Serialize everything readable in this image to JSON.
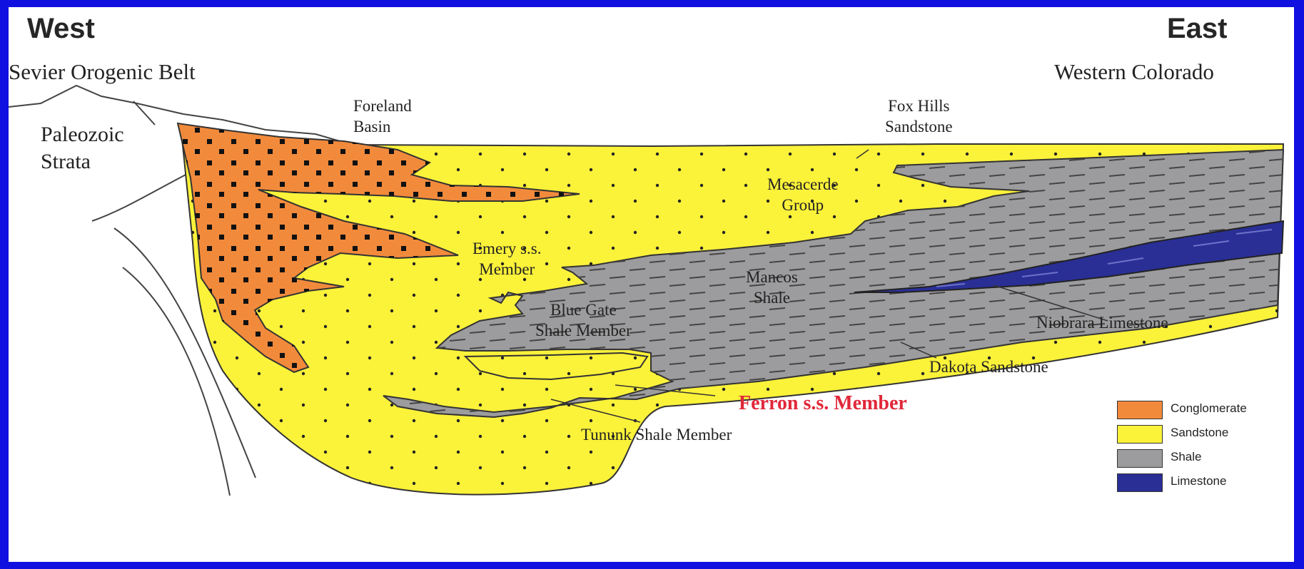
{
  "header": {
    "west": "West",
    "east": "East"
  },
  "subheader": {
    "left": "Sevier Orogenic Belt",
    "right": "Western Colorado"
  },
  "labels": {
    "paleozoic": [
      "Paleozoic",
      "Strata"
    ],
    "foreland": [
      "Foreland",
      "Basin"
    ],
    "fox_hills": [
      "Fox Hills",
      "Sandstone"
    ],
    "mesaverde": [
      "Mesacerde",
      "Group"
    ],
    "emery": [
      "Emery s.s.",
      "Member"
    ],
    "mancos": [
      "Mancos",
      "Shale"
    ],
    "blue_gate": [
      "Blue Gate",
      "Shale Member"
    ],
    "niobrara": "Niobrara Limestone",
    "dakota": "Dakota Sandstone",
    "ferron": "Ferron s.s. Member",
    "tununk": "Tununk Shale Member"
  },
  "legend": [
    {
      "label": "Conglomerate",
      "color": "#f28a3c"
    },
    {
      "label": "Sandstone",
      "color": "#fbf23a"
    },
    {
      "label": "Shale",
      "color": "#9c9c9e"
    },
    {
      "label": "Limestone",
      "color": "#2a2f96"
    }
  ],
  "colors": {
    "background": "#1010e0",
    "ferron_label": "#e0283a"
  }
}
